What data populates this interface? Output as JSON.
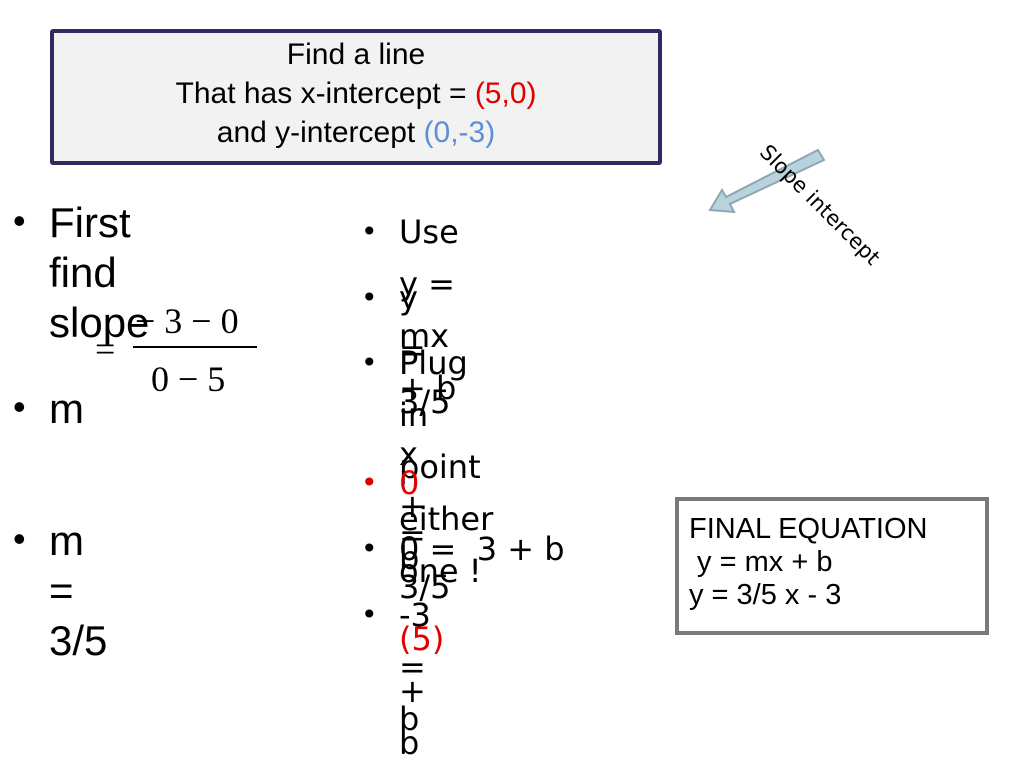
{
  "title_box": {
    "line1": "Find a line",
    "line2_prefix": "That has x-intercept = ",
    "line2_point": "(5,0)",
    "line3_prefix": "and y-intercept ",
    "line3_point": "(0,-3)"
  },
  "left_column": {
    "bullet1_line1": "First find",
    "bullet1_line2": "slope",
    "fraction": {
      "equals": "=",
      "numerator": "− 3 − 0",
      "denominator": "0 − 5"
    },
    "bullet2": "m",
    "bullet3": "m = 3/5"
  },
  "right_column": {
    "b1": "Use y = mx + b",
    "b2": "y = 3/5 x + b",
    "b3_line1": "Plug in point",
    "b3_line2": "either one !",
    "b4_part1": "0",
    "b4_part2": " = 3/5 ",
    "b4_part3": "(5)",
    "b4_part4": " + b",
    "b5": "0 =  3 + b",
    "b6": "-3 = b"
  },
  "annotation": {
    "label": "Slope intercept"
  },
  "final_box": {
    "line1": "FINAL EQUATION",
    "line2": " y = mx + b",
    "line3": "y = 3/5 x - 3"
  },
  "colors": {
    "red": "#e00000",
    "blue": "#5b8fd6",
    "title_border": "#2e2a62",
    "arrow_fill": "#b9d3dd"
  },
  "icons": {
    "bullet": "bullet-dot-icon",
    "arrow": "arrow-icon"
  }
}
